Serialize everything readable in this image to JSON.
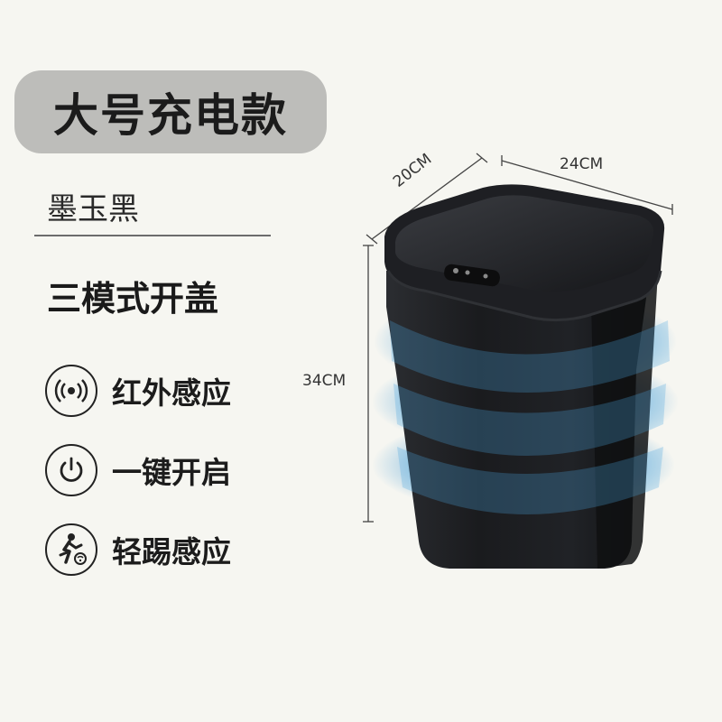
{
  "badge": "大号充电款",
  "color_name": "墨玉黑",
  "modes_title": "三模式开盖",
  "features": [
    {
      "label": "红外感应",
      "icon": "infrared-sensor-icon"
    },
    {
      "label": "一键开启",
      "icon": "power-button-icon"
    },
    {
      "label": "轻踢感应",
      "icon": "kick-sensor-icon"
    }
  ],
  "dimensions": {
    "depth": "20CM",
    "width": "24CM",
    "height": "34CM"
  },
  "colors": {
    "background": "#f6f6f1",
    "badge": "#bdbdba",
    "bin_body": "#1c1d20",
    "glow": "#3a9ad6"
  }
}
